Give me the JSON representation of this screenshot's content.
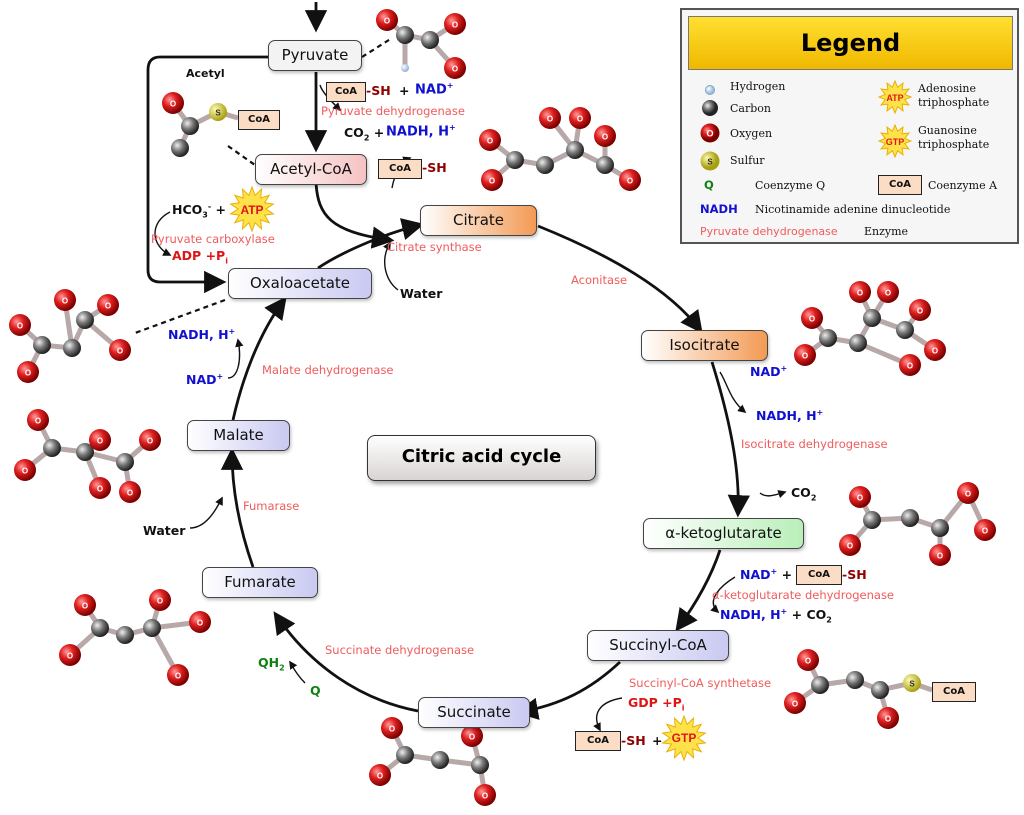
{
  "diagram": {
    "title": "Citric acid cycle",
    "metabolites": {
      "pyruvate": "Pyruvate",
      "acetyl_coa": "Acetyl-CoA",
      "citrate": "Citrate",
      "isocitrate": "Isocitrate",
      "a_ketoglutarate": "α-ketoglutarate",
      "succinyl_coa": "Succinyl-CoA",
      "succinate": "Succinate",
      "fumarate": "Fumarate",
      "malate": "Malate",
      "oxaloacetate": "Oxaloacetate"
    },
    "enzymes": {
      "pyruvate_dehydrogenase": "Pyruvate dehydrogenase",
      "pyruvate_carboxylase": "Pyruvate carboxylase",
      "citrate_synthase": "Citrate synthase",
      "aconitase": "Aconitase",
      "isocitrate_dehydrogenase": "Isocitrate dehydrogenase",
      "a_ketoglutarate_dehydrogenase": "α-ketoglutarate dehydrogenase",
      "succinyl_coa_synthetase": "Succinyl-CoA synthetase",
      "succinate_dehydrogenase": "Succinate dehydrogenase",
      "fumarase": "Fumarase",
      "malate_dehydrogenase": "Malate dehydrogenase"
    },
    "labels": {
      "acetyl": "Acetyl",
      "coa": "CoA",
      "sh": "-SH",
      "plus": "+",
      "nad": "NAD",
      "nadh": "NADH, H",
      "co2": "CO",
      "hco3": "HCO",
      "atp": "ATP",
      "adp_pi": "ADP +P",
      "water": "Water",
      "gdp_pi": "GDP +P",
      "gtp": "GTP",
      "q": "Q",
      "qh2": "QH",
      "sup_plus": "+",
      "sup_minus": "-",
      "sub_2": "2",
      "sub_3": "3",
      "sub_i": "i",
      "atom_o": "O",
      "atom_s": "S"
    }
  },
  "legend": {
    "title": "Legend",
    "items": {
      "hydrogen": "Hydrogen",
      "carbon": "Carbon",
      "oxygen": "Oxygen",
      "sulfur": "Sulfur",
      "adenosine_1": "Adenosine",
      "adenosine_2": "triphosphate",
      "guanosine_1": "Guanosine",
      "guanosine_2": "triphosphate",
      "atp": "ATP",
      "gtp": "GTP",
      "q_symbol": "Q",
      "q_text": "Coenzyme Q",
      "coa_symbol": "CoA",
      "coa_text": "Coenzyme A",
      "nadh_symbol": "NADH",
      "nadh_text": "Nicotinamide adenine dinucleotide",
      "enzyme_example": "Pyruvate dehydrogenase",
      "enzyme_text": "Enzyme"
    }
  },
  "colors": {
    "enzyme": "#f05b5b",
    "nad": "#1010d0",
    "adp_gdp": "#e01515",
    "coenzyme_q": "#108010",
    "sh": "#900000",
    "oxygen": "#d81818",
    "carbon": "#555555",
    "hydrogen": "#a8c8e8",
    "sulfur": "#d8d030",
    "legend_header": "#f5c400"
  }
}
